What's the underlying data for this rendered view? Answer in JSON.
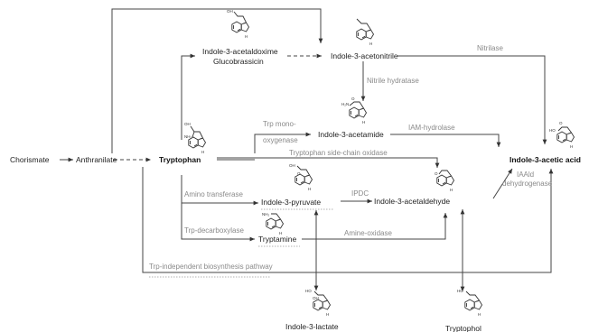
{
  "compounds": {
    "chorismate": "Chorismate",
    "anthranilate": "Anthranilate",
    "tryptophan": "Tryptophan",
    "iaox_line1": "Indole-3-acetaldoxime",
    "iaox_line2": "Glucobrassicin",
    "ian": "Indole-3-acetonitrile",
    "iam": "Indole-3-acetamide",
    "ipya": "Indole-3-pyruvate",
    "iaald": "Indole-3-acetaldehyde",
    "tryptamine": "Tryptamine",
    "iaa": "Indole-3-acetic acid",
    "ila": "Indole-3-lactate",
    "tol": "Tryptophol"
  },
  "enzymes": {
    "nitrilase": "Nitrilase",
    "nitrile_hydratase": "Nitrile hydratase",
    "trp_mono_1": "Trp mono-",
    "trp_mono_2": "oxygenase",
    "iam_hydrolase": "IAM-hydrolase",
    "side_chain_oxidase": "Tryptophan side-chain oxidase",
    "iaald_dh_1": "IAAld",
    "iaald_dh_2": "dehydrogenase",
    "amino_transferase": "Amino transferase",
    "ipdc": "IPDC",
    "trp_decarboxylase": "Trp-decarboxylase",
    "amine_oxidase": "Amine-oxidase",
    "trp_independent": "Trp-independent biosynthesis pathway"
  },
  "colors": {
    "line": "#444444",
    "enzyme_text": "#8a8a8a",
    "text": "#222222"
  }
}
